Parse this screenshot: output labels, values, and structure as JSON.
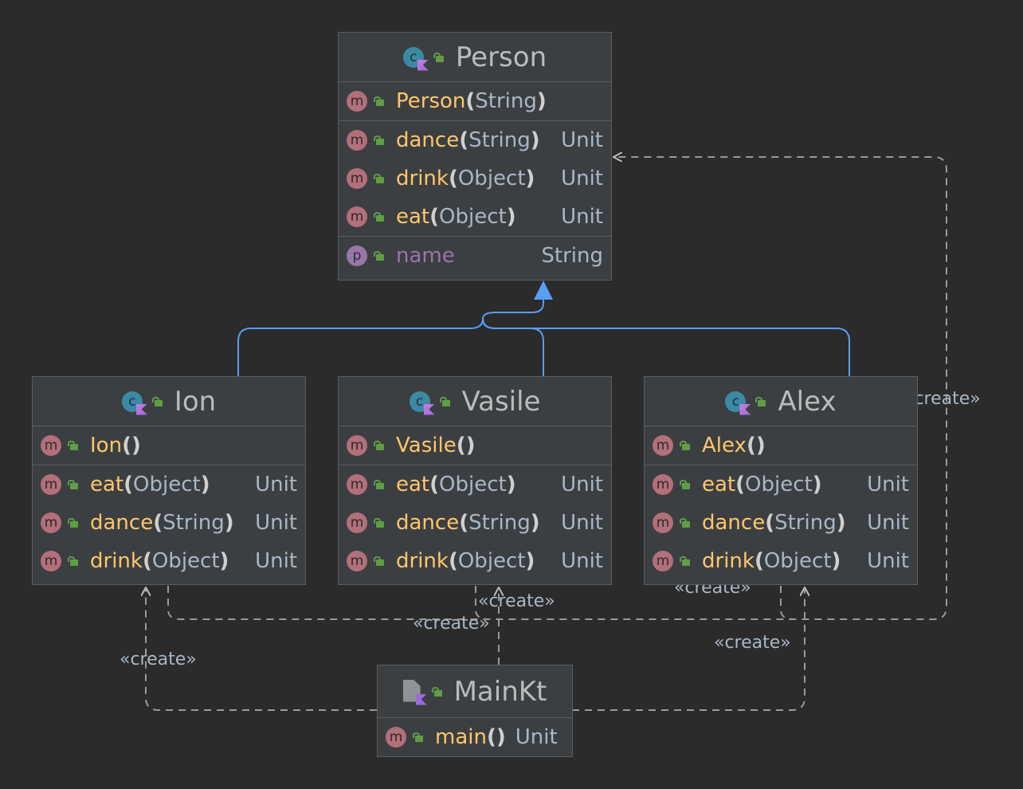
{
  "colors": {
    "background": "#2b2b2b",
    "class_bg": "#3c3f41",
    "border": "#5a5d5f",
    "method_name": "#ffc66d",
    "property_name": "#9876aa",
    "type_text": "#a9b7c6",
    "inheritance_edge": "#589df6",
    "dependency_edge": "#bbbbbb"
  },
  "classes": {
    "person": {
      "name": "Person",
      "constructors": [
        {
          "name": "Person",
          "params": "String"
        }
      ],
      "methods": [
        {
          "name": "dance",
          "params": "String",
          "type": "Unit"
        },
        {
          "name": "drink",
          "params": "Object",
          "type": "Unit"
        },
        {
          "name": "eat",
          "params": "Object",
          "type": "Unit"
        }
      ],
      "properties": [
        {
          "name": "name",
          "type": "String"
        }
      ]
    },
    "ion": {
      "name": "Ion",
      "constructors": [
        {
          "name": "Ion",
          "params": ""
        }
      ],
      "methods": [
        {
          "name": "eat",
          "params": "Object",
          "type": "Unit"
        },
        {
          "name": "dance",
          "params": "String",
          "type": "Unit"
        },
        {
          "name": "drink",
          "params": "Object",
          "type": "Unit"
        }
      ]
    },
    "vasile": {
      "name": "Vasile",
      "constructors": [
        {
          "name": "Vasile",
          "params": ""
        }
      ],
      "methods": [
        {
          "name": "eat",
          "params": "Object",
          "type": "Unit"
        },
        {
          "name": "dance",
          "params": "String",
          "type": "Unit"
        },
        {
          "name": "drink",
          "params": "Object",
          "type": "Unit"
        }
      ]
    },
    "alex": {
      "name": "Alex",
      "constructors": [
        {
          "name": "Alex",
          "params": ""
        }
      ],
      "methods": [
        {
          "name": "eat",
          "params": "Object",
          "type": "Unit"
        },
        {
          "name": "dance",
          "params": "String",
          "type": "Unit"
        },
        {
          "name": "drink",
          "params": "Object",
          "type": "Unit"
        }
      ]
    },
    "mainkt": {
      "name": "MainKt",
      "methods": [
        {
          "name": "main",
          "params": "",
          "type": "Unit"
        }
      ]
    }
  },
  "edge_labels": {
    "create_person": "«create»",
    "create_vasile": "«create»",
    "create_alex_top": "«create»",
    "create_mid": "«create»",
    "create_ion": "«create»",
    "create_alex": "«create»"
  },
  "icons": {
    "class": "kotlin-class-icon",
    "file": "kotlin-file-icon",
    "method": "method-icon",
    "property": "property-icon",
    "visibility": "public-lock-icon",
    "entry_point": "run-icon"
  }
}
